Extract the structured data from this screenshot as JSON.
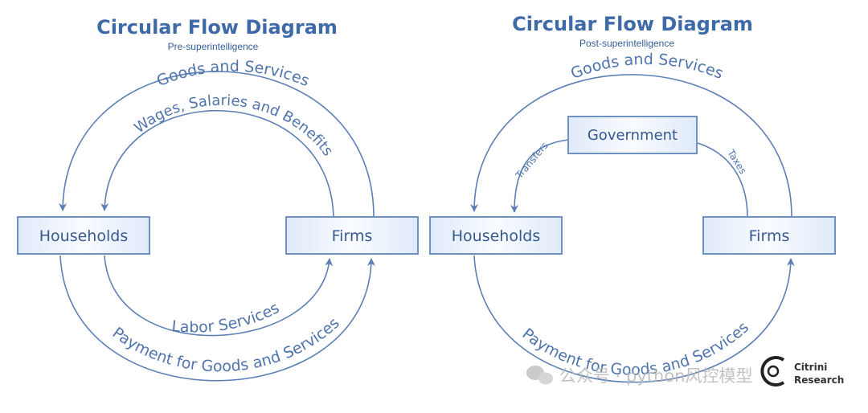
{
  "left": {
    "title": "Circular Flow Diagram",
    "subtitle": "Pre-superintelligence",
    "outer_top": "Goods and Services",
    "inner_top": "Wages, Salaries and Benefits",
    "inner_bottom": "Labor Services",
    "outer_bottom": "Payment for Goods and Services",
    "households": "Households",
    "firms": "Firms"
  },
  "right": {
    "title": "Circular Flow Diagram",
    "subtitle": "Post-superintelligence",
    "outer_top": "Goods and Services",
    "outer_bottom": "Payment for Goods and Services",
    "government": "Government",
    "transfers": "Transfers",
    "taxes": "Taxes",
    "households": "Households",
    "firms": "Firms"
  },
  "brand": {
    "line1": "Citrini",
    "line2": "Research"
  },
  "watermark": "公众号 · python风控模型"
}
